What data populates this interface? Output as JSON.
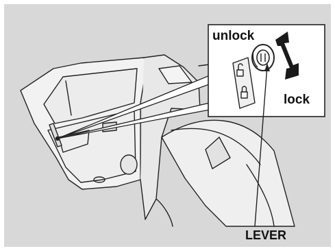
{
  "figure": {
    "labels": {
      "unlock": "unlock",
      "lock": "lock",
      "lever": "LEVER"
    },
    "colors": {
      "background": "#d8d8d8",
      "line": "#222222",
      "callout_fill": "#ffffff"
    }
  }
}
